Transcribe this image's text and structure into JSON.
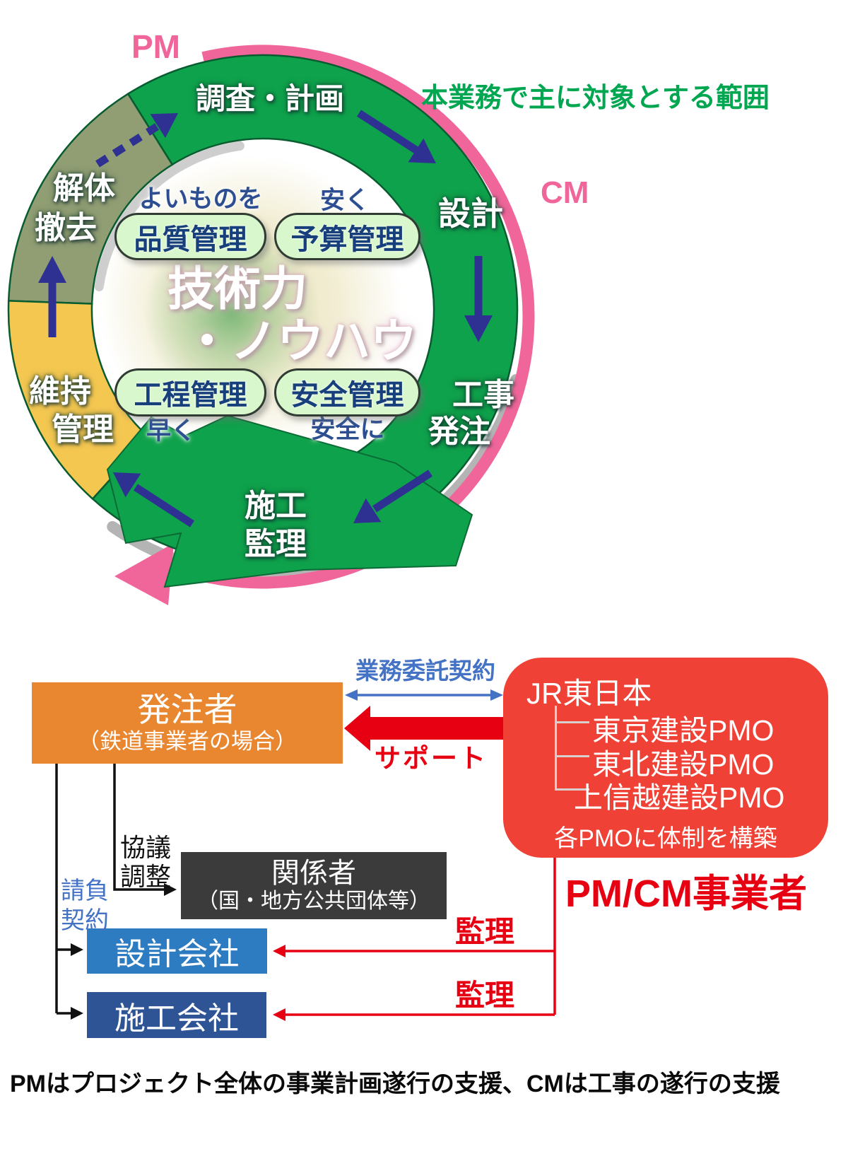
{
  "colors": {
    "ring_green": "#0FA24C",
    "olive": "#919E74",
    "yellow": "#F4C751",
    "pink": "#F0669B",
    "navy": "#2E3192",
    "pill_bg": "#D9F7CD",
    "pill_text": "#173F7C",
    "tagline": "#2D4F92",
    "scope_green": "#00A650",
    "orange": "#E8872F",
    "jr_red": "#EF4136",
    "red": "#E60012",
    "dark_gray": "#3B3B3B",
    "design_blue": "#2D7CC1",
    "construct_blue": "#2F5496",
    "link_blue": "#4472C4"
  },
  "cycle": {
    "pm": "PM",
    "cm": "CM",
    "scope": "本業務で主に対象とする範囲",
    "stages": {
      "survey": "調査・計画",
      "design": "設計",
      "order1": "工事",
      "order2": "発注",
      "supervise1": "施工",
      "supervise2": "監理",
      "maintain1": "維持",
      "maintain2": "管理",
      "demolish1": "解体",
      "demolish2": "撤去"
    },
    "core1": "技術力",
    "core2": "・ノウハウ",
    "pills": {
      "quality": {
        "tag": "よいものを",
        "label": "品質管理"
      },
      "budget": {
        "tag": "安く",
        "label": "予算管理"
      },
      "schedule": {
        "tag": "早く",
        "label": "工程管理"
      },
      "safety": {
        "tag": "安全に",
        "label": "安全管理"
      }
    }
  },
  "org": {
    "client": {
      "title": "発注者",
      "subtitle": "（鉄道事業者の場合）"
    },
    "outsourcing_contract": "業務委託契約",
    "support": "サポート",
    "jr": {
      "title": "JR東日本",
      "pmos": [
        "東京建設PMO",
        "東北建設PMO",
        "上信越建設PMO"
      ],
      "note": "各PMOに体制を構築"
    },
    "pmcm": "PM/CM事業者",
    "consult1": "協議",
    "consult2": "調整",
    "contract1": "請負",
    "contract2": "契約",
    "stakeholders": {
      "title": "関係者",
      "subtitle": "（国・地方公共団体等）"
    },
    "design_co": "設計会社",
    "construct_co": "施工会社",
    "supervise1": "監理",
    "supervise2": "監理"
  },
  "footer": "PMはプロジェクト全体の事業計画遂行の支援、CMは工事の遂行の支援"
}
